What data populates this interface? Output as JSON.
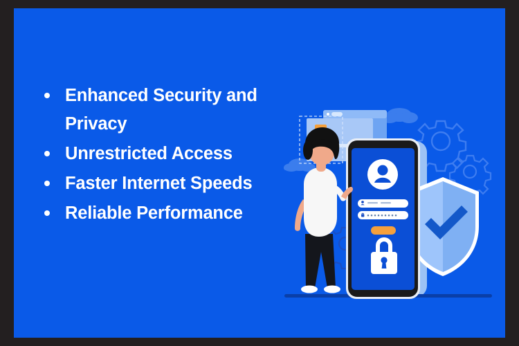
{
  "poster": {
    "frame_color": "#231f20",
    "background_color": "#0a5ae8",
    "text_color": "#ffffff",
    "accent_color": "#f5a03c"
  },
  "features": {
    "items": [
      {
        "label": "Enhanced Security and Privacy"
      },
      {
        "label": "Unrestricted Access"
      },
      {
        "label": "Faster Internet Speeds"
      },
      {
        "label": "Reliable Performance"
      }
    ]
  },
  "illustration": {
    "name": "secure-login-illustration",
    "colors": {
      "phone_body": "#1a1a1a",
      "phone_screen": "#0b4fd6",
      "phone_back_panel": "#9cc2f5",
      "shield_light": "#9ec5fb",
      "shield_mid": "#7fb0f3",
      "shield_check": "#1358c9",
      "cloud": "#3b7ded",
      "gear_outline": "#3e7df0",
      "card_window": "#a8c8f7",
      "card_bar": "#c3dafb",
      "card_thumb": "#f5a03c",
      "button": "#f5a03c",
      "skin": "#f0a98a",
      "hair": "#111111",
      "shirt": "#f7f7f7",
      "pants": "#14161c",
      "shoes": "#ffffff",
      "ground": "#0a3fa8"
    },
    "phone": {
      "avatar_icon": "user-avatar-icon",
      "username_field": {
        "icon": "person-icon",
        "value": "——— ———"
      },
      "password_field": {
        "icon": "lock-icon",
        "value": "•••••••••"
      },
      "submit_button_label": "",
      "lock_icon": "padlock-icon"
    },
    "shield": {
      "icon": "shield-check-icon"
    },
    "browser_card": {
      "dot": "window-dot",
      "address_bar": "address-bar",
      "thumbnail": "image-thumbnail",
      "selection": "dashed-selection-box"
    },
    "gears": [
      {
        "name": "gear-large"
      },
      {
        "name": "gear-small"
      },
      {
        "name": "gear-behind-phone"
      }
    ],
    "clouds": [
      {
        "name": "cloud-top"
      },
      {
        "name": "cloud-left"
      }
    ],
    "person": {
      "name": "person-figure"
    }
  }
}
